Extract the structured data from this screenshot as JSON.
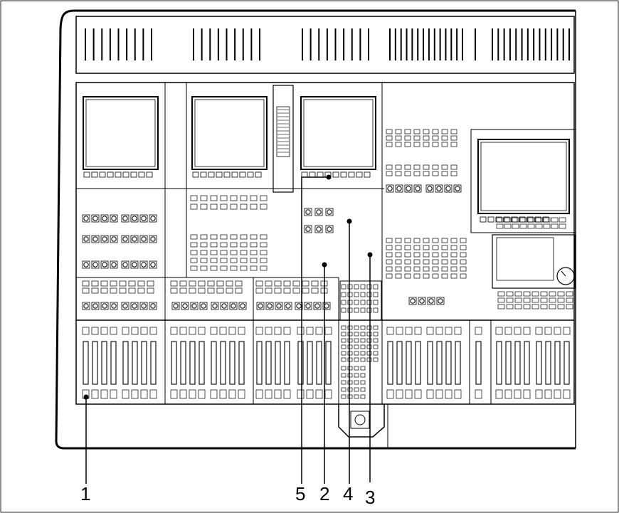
{
  "figure": {
    "kind": "line drawing of a mixing console surface with numbered callouts",
    "callouts": [
      {
        "id": "1",
        "text": "1"
      },
      {
        "id": "5",
        "text": "5"
      },
      {
        "id": "2",
        "text": "2"
      },
      {
        "id": "4",
        "text": "4"
      },
      {
        "id": "3",
        "text": "3"
      }
    ]
  }
}
